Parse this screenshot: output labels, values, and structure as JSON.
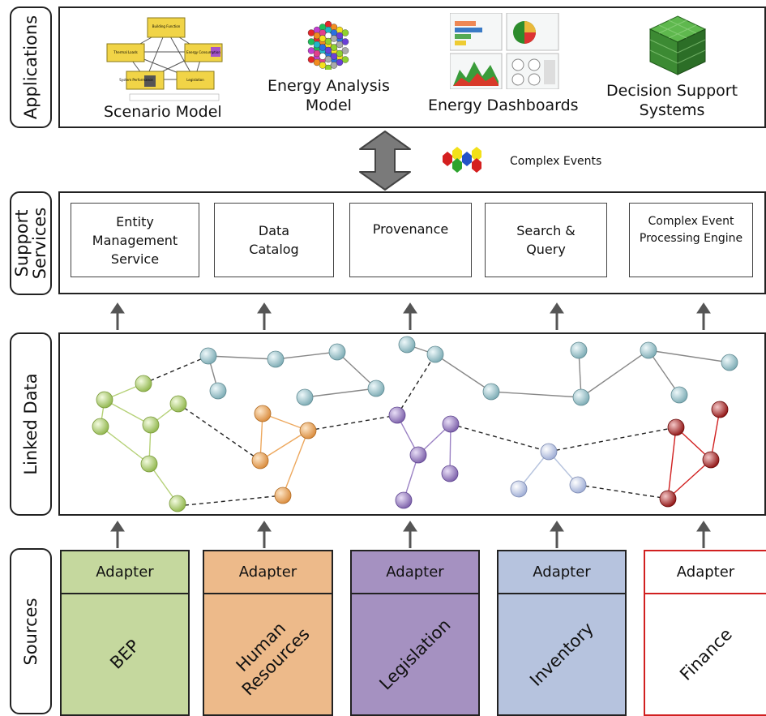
{
  "layers": {
    "applications": "Applications",
    "support": "Support\nServices",
    "linked": "Linked Data",
    "sources": "Sources"
  },
  "applications": {
    "scenario": "Scenario Model",
    "energy_analysis": "Energy Analysis\nModel",
    "dashboards": "Energy Dashboards",
    "dss": "Decision Support\nSystems",
    "scenario_nodes": [
      "Building Function",
      "Thermal Loads",
      "Energy Consumption",
      "System Performance",
      "Legislation"
    ]
  },
  "complex_events": "Complex Events",
  "services": [
    "Entity\nManagement\nService",
    "Data\nCatalog",
    "Provenance",
    "Search &\nQuery",
    "Complex Event\nProcessing Engine"
  ],
  "sources": [
    {
      "adapter": "Adapter",
      "name": "BEP",
      "color": "#c5d89e"
    },
    {
      "adapter": "Adapter",
      "name": "Human\nResources",
      "color": "#edba8a"
    },
    {
      "adapter": "Adapter",
      "name": "Legislation",
      "color": "#a591c1"
    },
    {
      "adapter": "Adapter",
      "name": "Inventory",
      "color": "#b6c3de"
    },
    {
      "adapter": "Adapter",
      "name": "Finance",
      "color": "#ffffff",
      "border": "#d12020"
    }
  ],
  "colors": {
    "green": "#b5d177",
    "orange": "#eda85e",
    "purple": "#9b82c4",
    "blue": "#c4d0ea",
    "red": "#c22a2a",
    "teal": "#a9d0d6"
  }
}
